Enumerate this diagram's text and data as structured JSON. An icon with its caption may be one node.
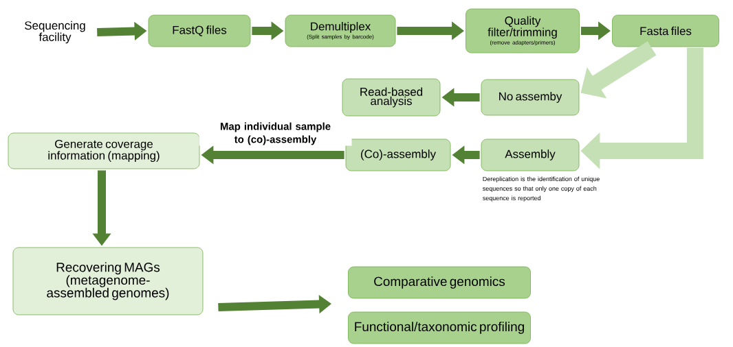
{
  "diagram": {
    "nodes": [
      {
        "text": [
          "Sequencing facility"
        ]
      },
      {
        "text": [
          "FastQ files"
        ]
      },
      {
        "text": [
          "Demultiplex",
          "(Split samples by barcode)"
        ]
      },
      {
        "text": [
          "Quality filter/trimming",
          "(remove adapters/primers)"
        ]
      },
      {
        "text": [
          "Fasta files"
        ]
      },
      {
        "text": [
          "Read-based analysis"
        ]
      },
      {
        "text": [
          "No assemby"
        ]
      },
      {
        "text": [
          "Generate coverage information (mapping)"
        ]
      },
      {
        "text": [
          "(Co)-assembly"
        ]
      },
      {
        "text": [
          "Assembly"
        ],
        "beside": [
          "Dereplication is the identification of unique sequences so that only one copy of each sequence is reported"
        ]
      },
      {
        "text": [
          "Recovering MAGs (metagenome-assembled genomes)"
        ]
      },
      {
        "text": [
          "Comparative genomics"
        ]
      },
      {
        "text": [
          "Functional/taxonomic profiling"
        ]
      }
    ],
    "edges": [
      {
        "from": 0,
        "to": 1,
        "arrow": "to"
      },
      {
        "from": 1,
        "to": 2,
        "arrow": "to"
      },
      {
        "from": 2,
        "to": 3,
        "arrow": "to"
      },
      {
        "from": 3,
        "to": 4,
        "arrow": "to"
      },
      {
        "from": 4,
        "to": 6,
        "arrow": "to",
        "style": "thick",
        "color": "#c5e0b4"
      },
      {
        "from": 4,
        "to": 9,
        "arrow": "to",
        "style": "thick",
        "color": "#c5e0b4"
      },
      {
        "from": 6,
        "to": 5,
        "arrow": "to"
      },
      {
        "from": 9,
        "to": 8,
        "arrow": "to"
      },
      {
        "from": 8,
        "to": 7,
        "arrow": "to",
        "label": "Map individual sample to (co)-assembly"
      },
      {
        "from": 7,
        "to": 10,
        "arrow": "to"
      },
      {
        "from": 10,
        "to": 11,
        "arrow": "to"
      },
      {
        "from": 10,
        "to": 12,
        "arrow": "to"
      }
    ]
  }
}
